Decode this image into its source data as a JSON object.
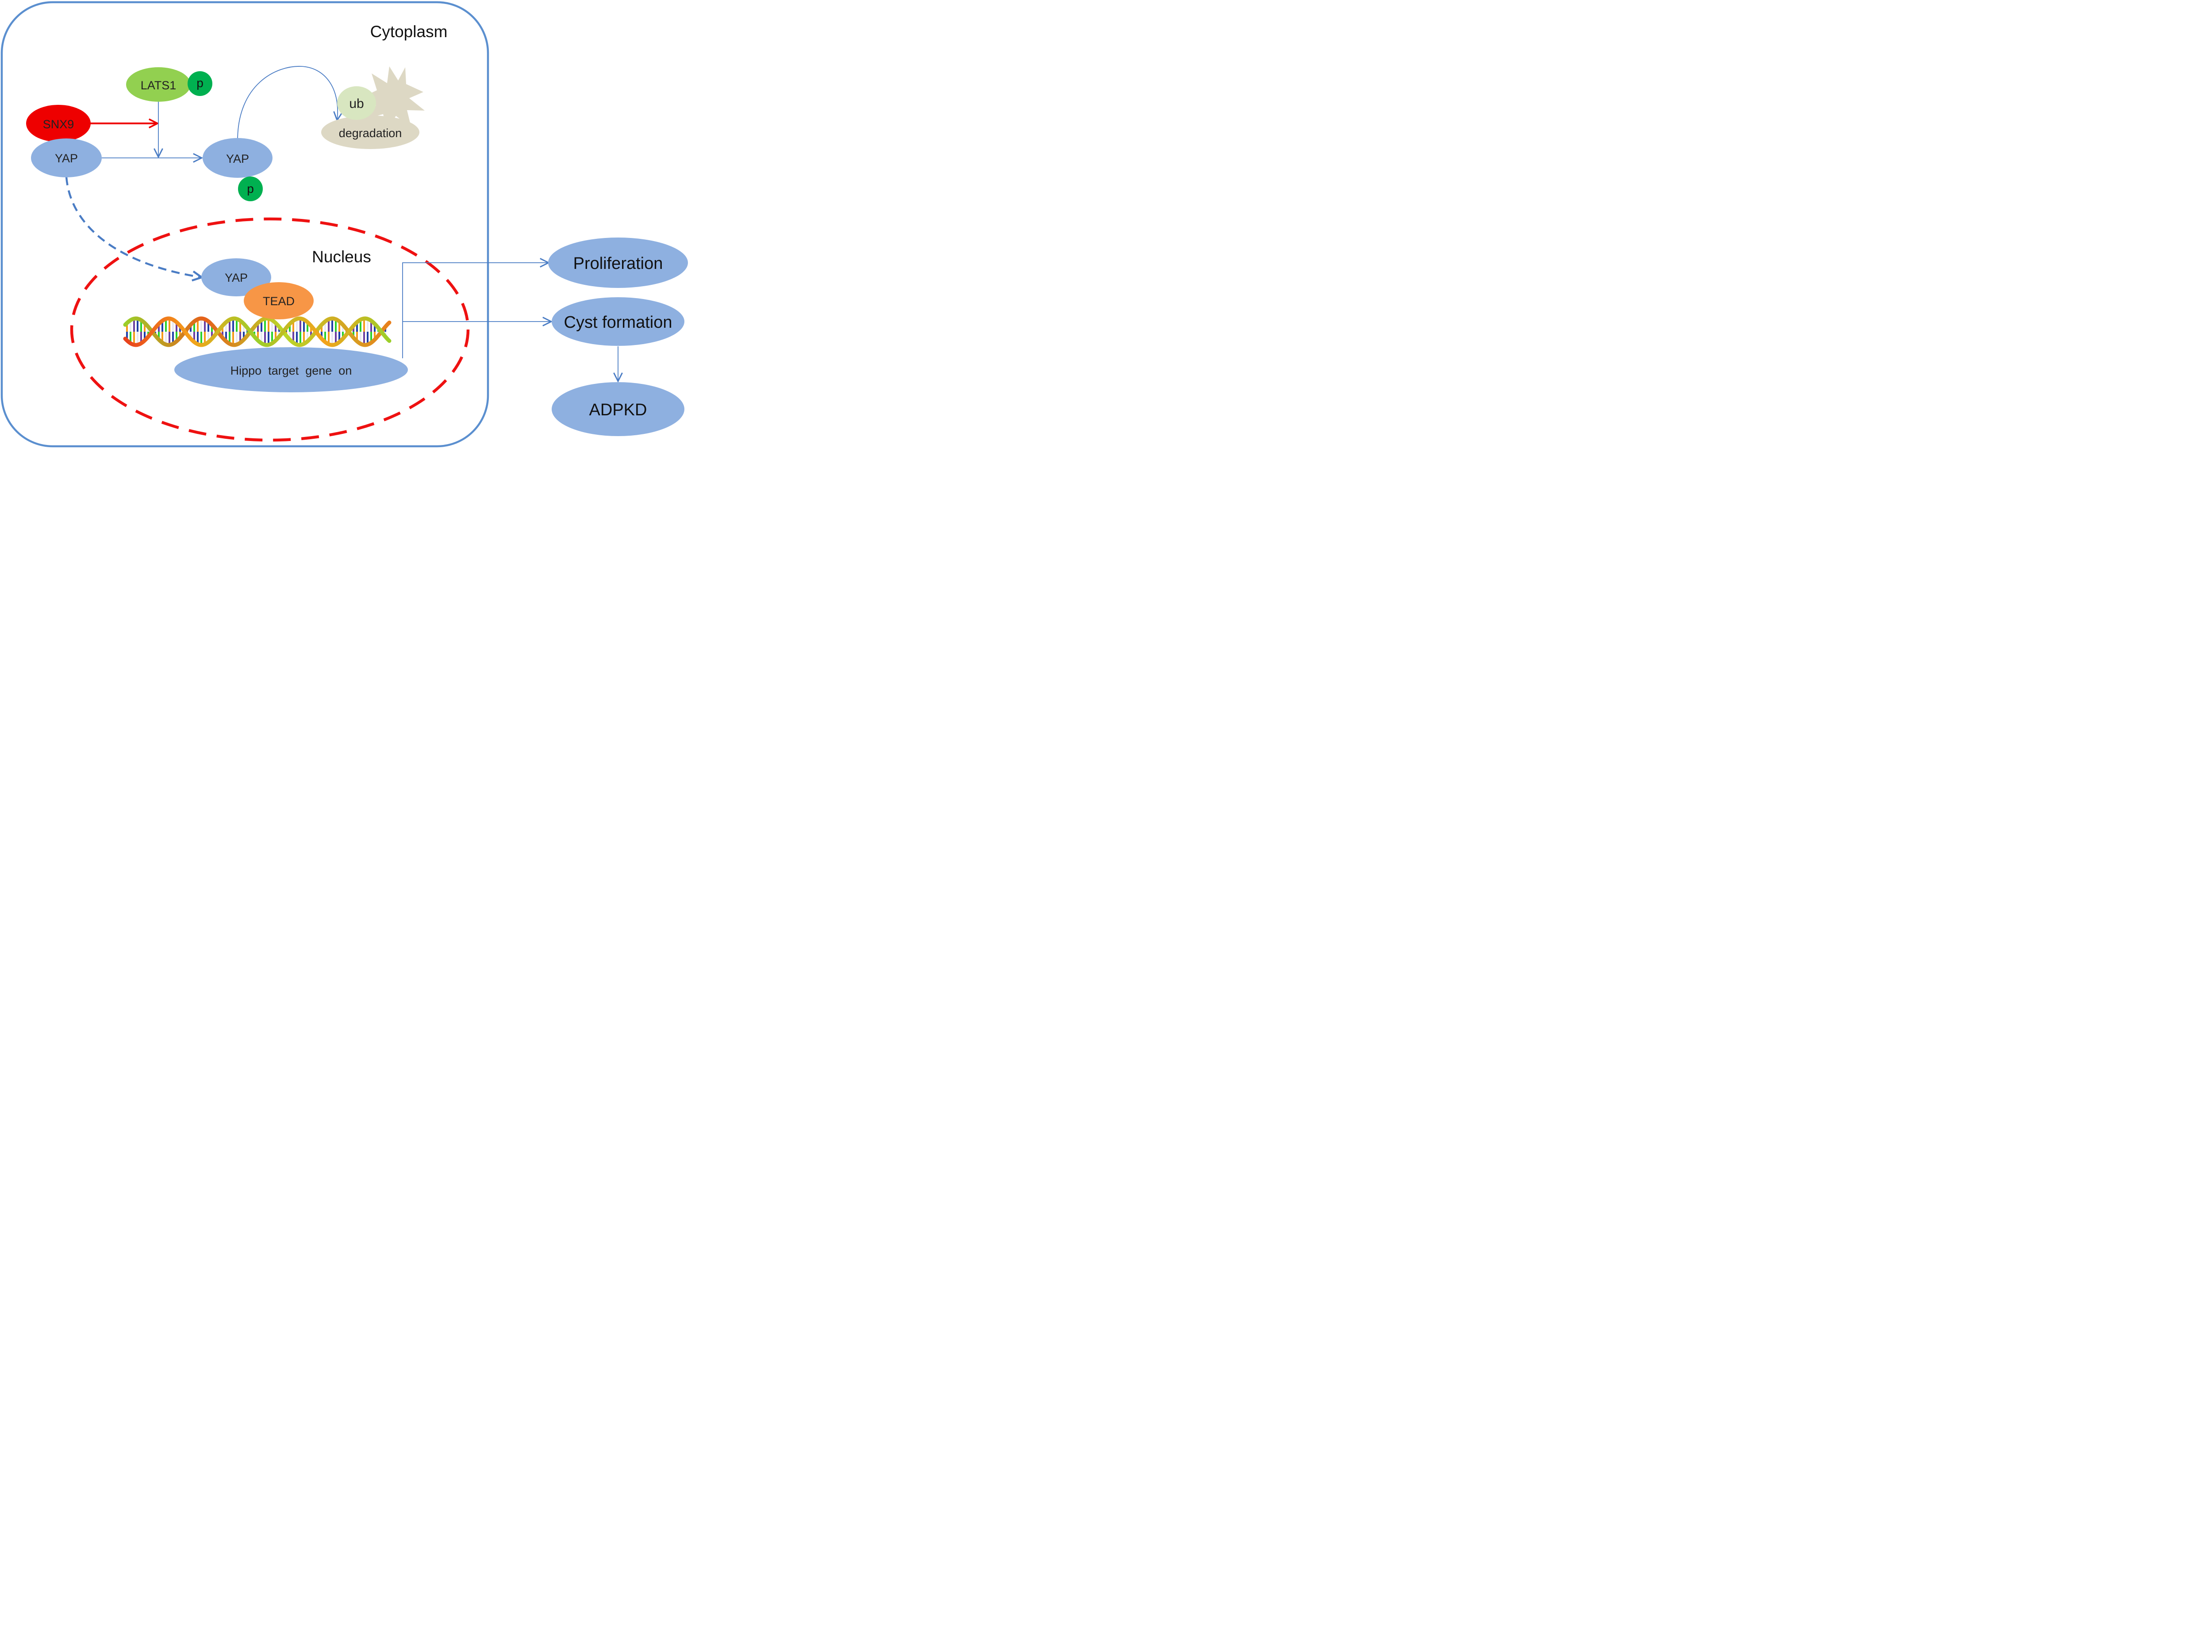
{
  "labels": {
    "cytoplasm": "Cytoplasm",
    "nucleus": "Nucleus",
    "lats1": "LATS1",
    "lats1_p": "p",
    "snx9": "SNX9",
    "yap_left": "YAP",
    "yap_mid": "YAP",
    "yap_mid_p": "p",
    "ub": "ub",
    "degradation": "degradation",
    "yap_nucleus": "YAP",
    "tead": "TEAD",
    "hippo": "Hippo  target  gene  on",
    "proliferation": "Proliferation",
    "cyst": "Cyst formation",
    "adpkd": "ADPKD"
  },
  "colors": {
    "cell_border": "#5b8fcf",
    "protein_blue": "#8eb0e0",
    "arrow_blue": "#4a7cc4",
    "snx9_red": "#ee0000",
    "nucleus_red": "#ee1111",
    "lats1_green": "#92d050",
    "phospho_green": "#00b050",
    "ub_green": "#d8e6c0",
    "degradation_tan": "#ddd8c4",
    "tead_orange": "#f79646"
  }
}
